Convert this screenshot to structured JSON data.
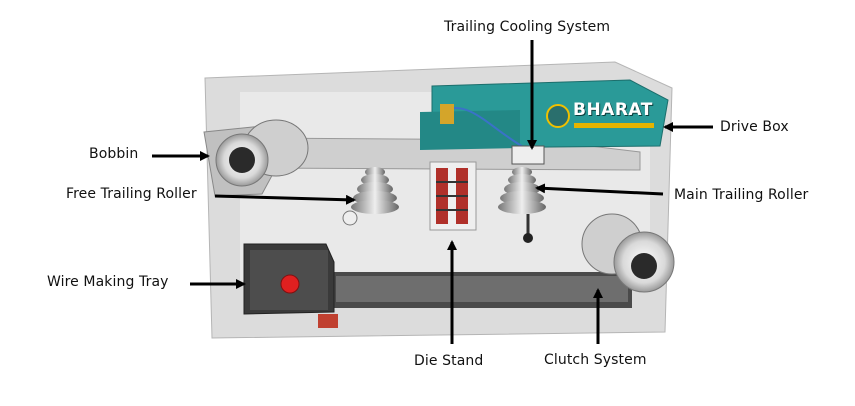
{
  "labels": {
    "trailing_cooling_system": "Trailing Cooling System",
    "drive_box": "Drive Box",
    "bobbin": "Bobbin",
    "free_trailing_roller": "Free Trailing Roller",
    "main_trailing_roller": "Main Trailing Roller",
    "wire_making_tray": "Wire Making Tray",
    "die_stand": "Die Stand",
    "clutch_system": "Clutch System"
  },
  "brand": {
    "name": "BHARAT"
  },
  "colors": {
    "drive_box": "#2a9a98",
    "frame": "#d8d8d8",
    "background": "#ffffff",
    "arrow": "#000000",
    "die": "#b0302a",
    "button": "#e02020"
  }
}
